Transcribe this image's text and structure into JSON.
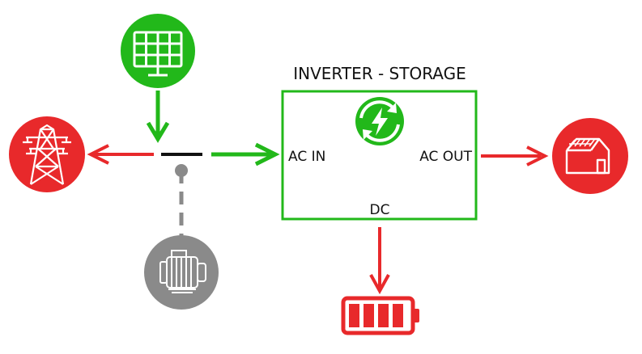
{
  "inverter": {
    "title": "INVERTER - STORAGE",
    "ac_in": "AC IN",
    "ac_out": "AC OUT",
    "dc": "DC"
  },
  "nodes": {
    "solar": {
      "icon": "solar-panel-icon",
      "color": "#22b81a"
    },
    "grid": {
      "icon": "power-pylon-icon",
      "color": "#e8292b"
    },
    "generator": {
      "icon": "generator-icon",
      "color": "#8a8a8a"
    },
    "house": {
      "icon": "house-solar-roof-icon",
      "color": "#e8292b"
    },
    "battery": {
      "icon": "battery-icon",
      "color": "#e8292b"
    },
    "inverter_badge": {
      "icon": "recycle-bolt-icon",
      "color": "#22b81a"
    }
  },
  "colors": {
    "green": "#22b81a",
    "red": "#e8292b",
    "gray": "#8a8a8a",
    "bus": "#111111"
  }
}
